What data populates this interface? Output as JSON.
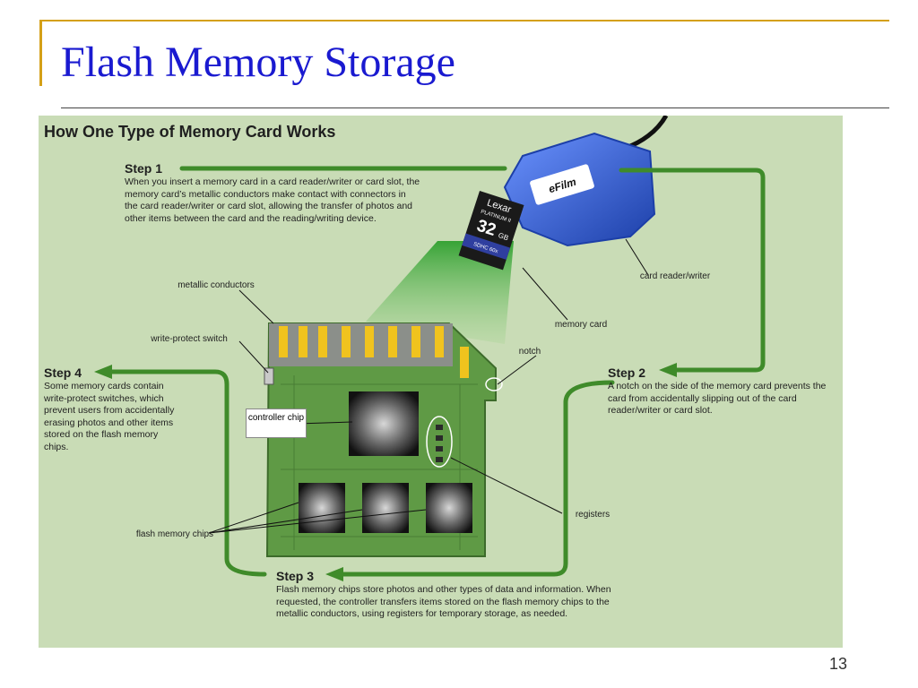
{
  "slide": {
    "title": "Flash Memory Storage",
    "page_number": "13"
  },
  "figure": {
    "heading": "How One Type of Memory Card Works",
    "steps": [
      {
        "label": "Step 1",
        "text": "When you insert a memory card in a card reader/writer or card slot, the memory card’s metallic conductors make contact with connectors in the card reader/writer or card slot, allowing the transfer of photos and other items between the card and the reading/writing device."
      },
      {
        "label": "Step 2",
        "text": "A notch on the side of the memory card prevents the card from accidentally slipping out of the card reader/writer or card slot."
      },
      {
        "label": "Step 3",
        "text": "Flash memory chips store photos and other types of data and information. When requested, the controller transfers items stored on the flash memory chips to the metallic conductors, using registers for temporary storage, as needed."
      },
      {
        "label": "Step 4",
        "text": "Some memory cards contain write-protect switches, which prevent users from accidentally erasing photos and other items stored on the flash memory chips."
      }
    ],
    "labels": {
      "metallic_conductors": "metallic conductors",
      "write_protect_switch": "write-protect switch",
      "notch": "notch",
      "controller_chip": "controller chip",
      "flash_memory_chips": "flash memory chips",
      "registers": "registers",
      "card_reader_writer": "card reader/writer",
      "memory_card": "memory card"
    },
    "product_text": {
      "reader_brand": "eFilm",
      "card_brand": "Lexar",
      "card_line": "PLATINUM II",
      "card_capacity": "32",
      "card_unit": "GB",
      "card_type": "SDHC 60x"
    }
  },
  "colors": {
    "title_blue": "#1a1ad0",
    "accent_gold": "#D4A017",
    "panel_bg": "#c9dcb6",
    "arrow_green": "#3f8b2a",
    "board_green": "#5f9a45",
    "reader_blue": "#2f5fd0"
  }
}
